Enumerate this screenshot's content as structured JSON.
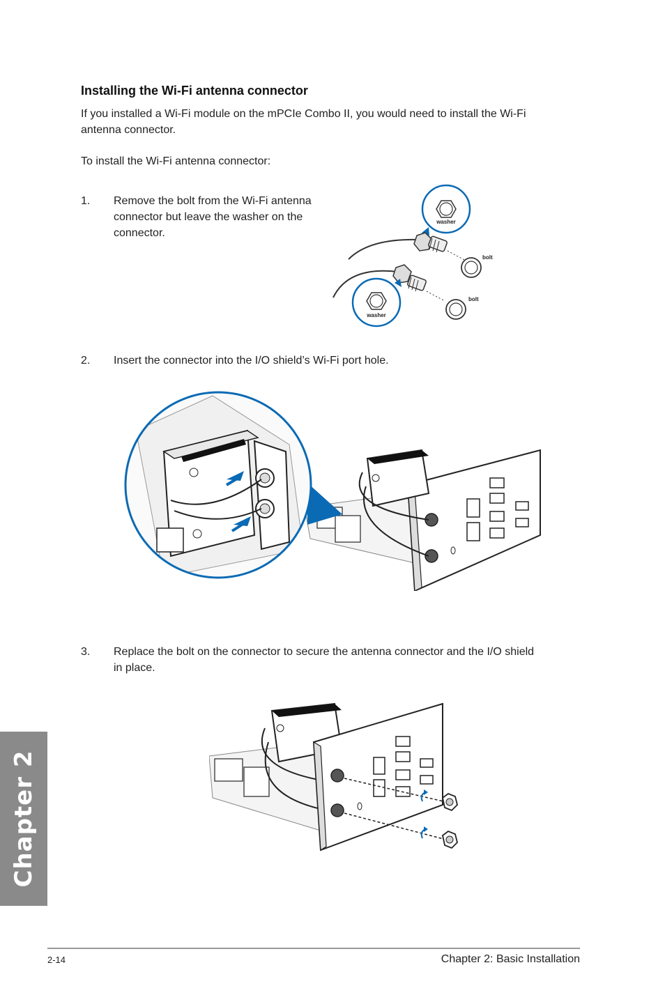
{
  "section": {
    "heading": "Installing the Wi-Fi antenna connector",
    "intro_line1": "If you installed a Wi-Fi module on the mPCIe Combo II, you would need to install the Wi-Fi",
    "intro_line2": "antenna connector.",
    "lead": "To install the Wi-Fi antenna connector:"
  },
  "steps": [
    {
      "number": "1.",
      "line1": "Remove the bolt from the Wi-Fi antenna",
      "line2": "connector but leave the washer on the",
      "line3": "connector."
    },
    {
      "number": "2.",
      "line1": "Insert the connector into the I/O shield’s Wi-Fi port hole."
    },
    {
      "number": "3.",
      "line1": "Replace the bolt on the connector to secure the antenna connector and the I/O shield",
      "line2": "in place."
    }
  ],
  "figure1": {
    "labels": {
      "washer_top": "washer",
      "bolt_top": "bolt",
      "washer_bottom": "washer",
      "bolt_bottom": "bolt"
    }
  },
  "chapter_tab": {
    "label": "Chapter 2"
  },
  "footer": {
    "page_number": "2-14",
    "chapter_title": "Chapter 2: Basic Installation"
  },
  "colors": {
    "accent_blue": "#0a6ab4",
    "tab_gray": "#8a8a8a"
  }
}
